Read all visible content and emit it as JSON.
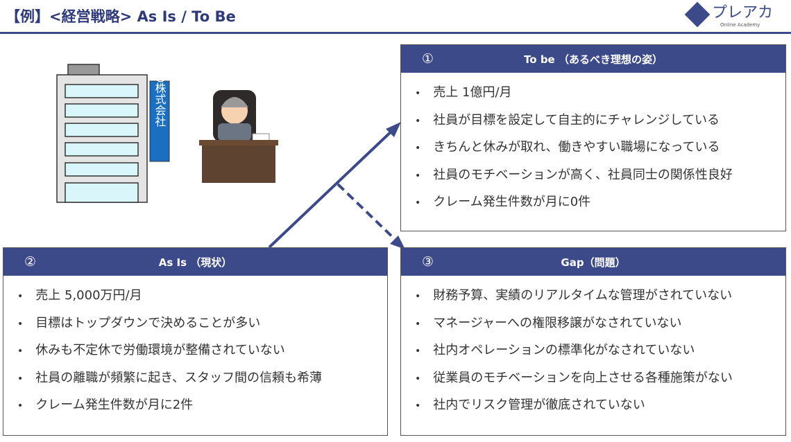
{
  "header": {
    "title": "【例】<経営戦略> As Is / To Be",
    "logo_text": "プレアカ",
    "logo_sub": "Online Academy"
  },
  "illustration": {
    "sign_text": "〇〇株式会社"
  },
  "to_be": {
    "num": "①",
    "label": "To be （あるべき理想の姿）",
    "items": [
      "売上 1億円/月",
      "社員が目標を設定して自主的にチャレンジしている",
      "きちんと休みが取れ、働きやすい職場になっている",
      "社員のモチベーションが高く、社員同士の関係性良好",
      "クレーム発生件数が月に0件"
    ]
  },
  "as_is": {
    "num": "②",
    "label": "As Is （現状）",
    "items": [
      "売上 5,000万円/月",
      "目標はトップダウンで決めることが多い",
      "休みも不定休で労働環境が整備されていない",
      "社員の離職が頻繁に起き、スタッフ間の信頼も希薄",
      "クレーム発生件数が月に2件"
    ]
  },
  "gap": {
    "num": "③",
    "label": "Gap（問題）",
    "items": [
      "財務予算、実績のリアルタイムな管理がされていない",
      "マネージャーへの権限移譲がなされていない",
      "社内オペレーションの標準化がなされていない",
      "従業員のモチベーションを向上させる各種施策がない",
      "社内でリスク管理が徹底されていない"
    ]
  },
  "colors": {
    "accent": "#3d4a8a"
  }
}
